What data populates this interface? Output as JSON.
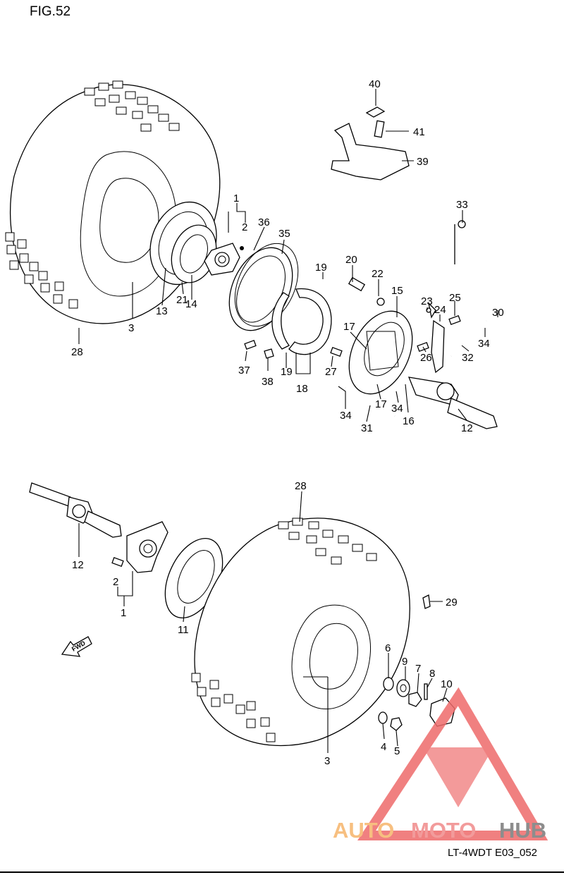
{
  "figure_title": "FIG.52",
  "drawing_code": "LT-4WDT E03_052",
  "watermark": {
    "part1": "AUTO",
    "part2": "MOTO",
    "part3": "HUB",
    "colors": {
      "auto": "#f6b46a",
      "moto": "#f08a8a",
      "hub": "#7a7a7a",
      "logo": "#ee6a6a"
    }
  },
  "fwd_arrow": {
    "text": "FWD"
  },
  "top_labels": {
    "l40": "40",
    "l41": "41",
    "l39": "39",
    "l33": "33",
    "l1": "1",
    "l2": "2",
    "l36": "36",
    "l35": "35",
    "l20": "20",
    "l19a": "19",
    "l22": "22",
    "l15": "15",
    "l23": "23",
    "l24": "24",
    "l25": "25",
    "l30": "30",
    "l17a": "17",
    "l26": "26",
    "l34a": "34",
    "l32": "32",
    "l28": "28",
    "l3": "3",
    "l13": "13",
    "l21": "21",
    "l14": "14",
    "l37": "37",
    "l38": "38",
    "l19b": "19",
    "l18": "18",
    "l27": "27",
    "l17b": "17",
    "l34b": "34",
    "l16": "16",
    "l34c": "34",
    "l31": "31",
    "l12": "12"
  },
  "bottom_labels": {
    "l28": "28",
    "l12": "12",
    "l2": "2",
    "l1": "1",
    "l11": "11",
    "l29": "29",
    "l6": "6",
    "l9": "9",
    "l7": "7",
    "l8": "8",
    "l10": "10",
    "l4": "4",
    "l5": "5",
    "l3": "3"
  }
}
